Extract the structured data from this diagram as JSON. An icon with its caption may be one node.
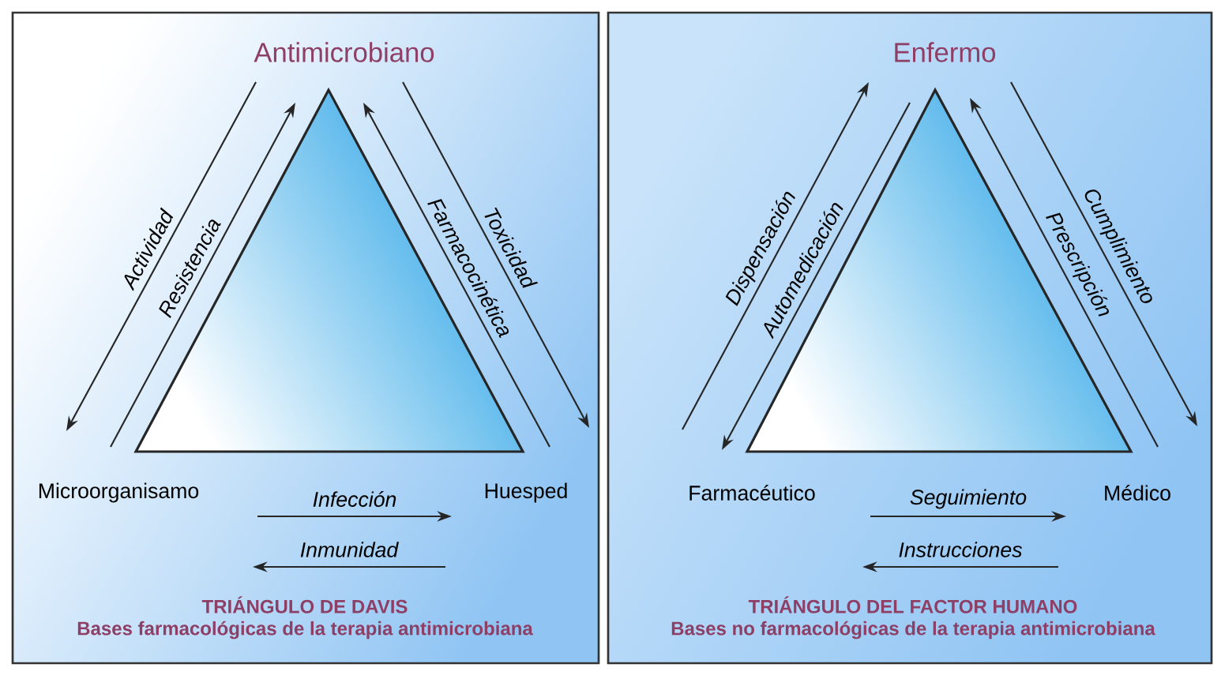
{
  "diagram": {
    "nodes": [
      {
        "text": [
          "Antimicrobiano"
        ]
      },
      {
        "text": [
          "Microorganisamo"
        ]
      },
      {
        "text": [
          "Huesped"
        ]
      },
      {
        "text": [
          "Enfermo"
        ]
      },
      {
        "text": [
          "Farmacéutico"
        ]
      },
      {
        "text": [
          "Médico"
        ]
      }
    ],
    "edges": [
      {
        "from": 0,
        "to": 1,
        "arrow": "to",
        "label": "Actividad"
      },
      {
        "from": 1,
        "to": 0,
        "arrow": "to",
        "label": "Resistencia"
      },
      {
        "from": 2,
        "to": 0,
        "arrow": "to",
        "label": "Farmacocinética"
      },
      {
        "from": 0,
        "to": 2,
        "arrow": "to",
        "label": "Toxicidad"
      },
      {
        "from": 1,
        "to": 2,
        "arrow": "to",
        "label": "Infección"
      },
      {
        "from": 2,
        "to": 1,
        "arrow": "to",
        "label": "Inmunidad"
      },
      {
        "from": 4,
        "to": 3,
        "arrow": "to",
        "label": "Dispensación"
      },
      {
        "from": 3,
        "to": 4,
        "arrow": "to",
        "label": "Automedicación"
      },
      {
        "from": 5,
        "to": 3,
        "arrow": "to",
        "label": "Prescripción"
      },
      {
        "from": 3,
        "to": 5,
        "arrow": "to",
        "label": "Cumplimiento"
      },
      {
        "from": 4,
        "to": 5,
        "arrow": "to",
        "label": "Seguimiento"
      },
      {
        "from": 5,
        "to": 4,
        "arrow": "to",
        "label": "Instrucciones"
      }
    ],
    "labels": [
      "TRIÁNGULO DE DAVIS",
      "Bases farmacológicas de la terapia antimicrobiana",
      "TRIÁNGULO DEL FACTOR HUMANO",
      "Bases no farmacológicas de la terapia antimicrobiana"
    ]
  }
}
